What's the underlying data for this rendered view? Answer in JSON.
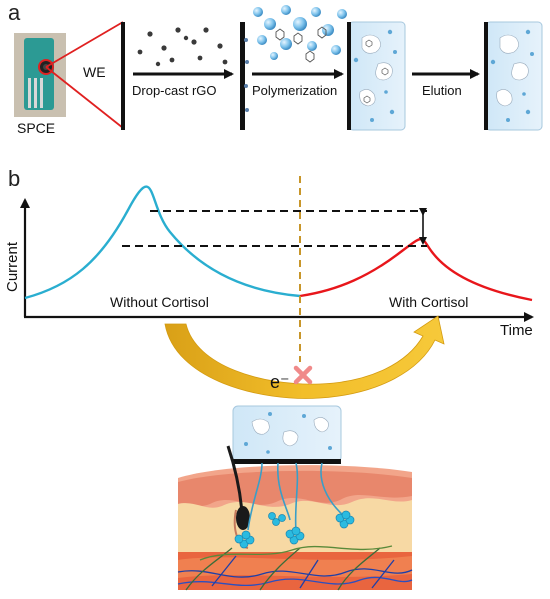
{
  "panel_a": {
    "label": "a",
    "spce_label": "SPCE",
    "we_label": "WE",
    "steps": [
      "Drop-cast rGO",
      "Polymerization",
      "Elution"
    ]
  },
  "panel_b": {
    "label": "b",
    "y_axis_label": "Current",
    "x_axis_label": "Time",
    "curve_without_label": "Without Cortisol",
    "curve_with_label": "With Cortisol",
    "electron_label": "e⁻",
    "colors": {
      "without_curve": "#2aaed0",
      "with_curve": "#e8161b",
      "dashed_divider": "#c8962a",
      "arrow_gold": "#f0b81c",
      "cross": "#f08a8a"
    }
  }
}
